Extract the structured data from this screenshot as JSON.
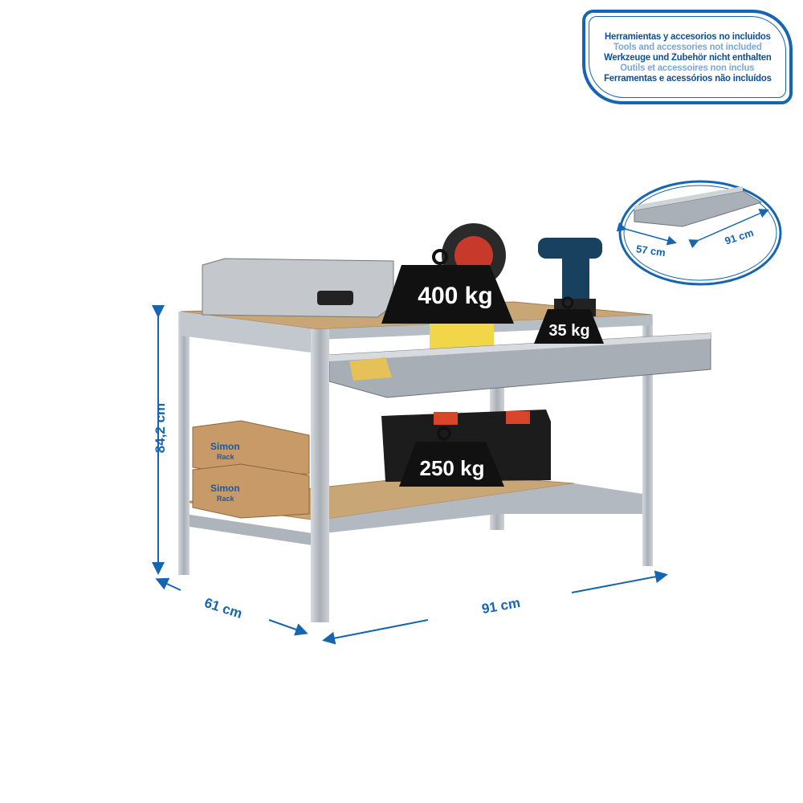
{
  "notice": {
    "lines": [
      "Herramientas y accesorios no incluidos",
      "Tools and accessories not included",
      "Werkzeuge und Zubehör nicht enthalten",
      "Outils et accessoires non inclus",
      "Ferramentas e acessórios não incluídos"
    ]
  },
  "inset": {
    "depth_label": "57 cm",
    "width_label": "91 cm"
  },
  "dimensions": {
    "height": "84,2 cm",
    "depth": "61 cm",
    "width": "91 cm"
  },
  "loads": {
    "top_shelf": "400 kg",
    "drawer": "35 kg",
    "bottom_shelf": "250 kg"
  },
  "box_logo": {
    "brand_line1": "Simon",
    "brand_line2": "Rack"
  },
  "colors": {
    "accent": "#1565b0",
    "accent_light": "#7ba7d6",
    "steel": "#b9bec4",
    "wood": "#c9a676",
    "weight": "#111111"
  }
}
